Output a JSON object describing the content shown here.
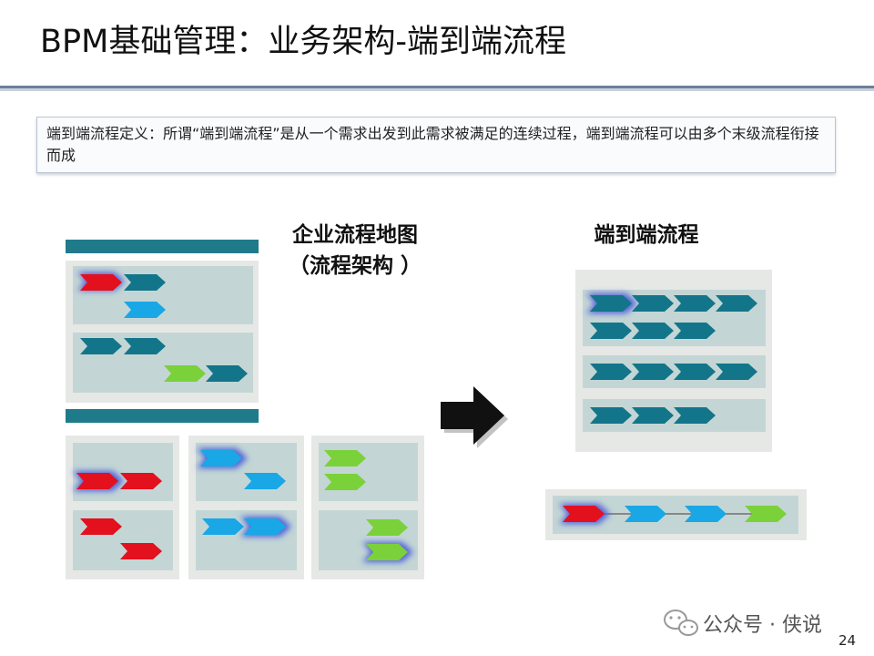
{
  "slide": {
    "title": "BPM基础管理：业务架构-端到端流程",
    "definition": "端到端流程定义：所谓“端到端流程”是从一个需求出发到此需求被满足的连续过程，端到端流程可以由多个末级流程衔接而成",
    "map_title_line1": "企业流程地图",
    "map_title_line2": "（流程架构 ）",
    "e2e_title": "端到端流程",
    "watermark": "公众号 · 侠说",
    "page_number": "24"
  },
  "colors": {
    "teal_bar": "#1f7b8a",
    "panel_bg": "#c3d6d5",
    "panel_frame": "#e6e8e6",
    "red": "#e3101e",
    "teal": "#13758a",
    "blue": "#19a7e6",
    "green": "#7bd13a",
    "glow": "#5060d8",
    "arrow": "#111111"
  },
  "icons": [
    "wechat-icon",
    "right-arrow-icon",
    "chevron-icon"
  ]
}
